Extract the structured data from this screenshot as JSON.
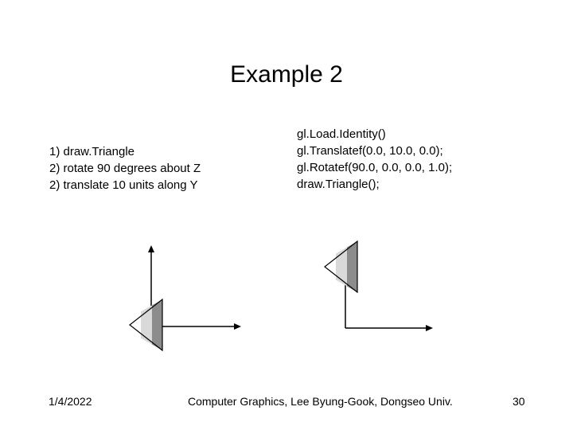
{
  "slide": {
    "title": "Example 2",
    "steps": [
      "1) draw.Triangle",
      "2) rotate 90 degrees about Z",
      "2) translate 10 units along Y"
    ],
    "code": [
      "gl.Load.Identity()",
      "gl.Translatef(0.0, 10.0, 0.0);",
      "gl.Rotatef(90.0, 0.0, 0.0, 1.0);",
      "draw.Triangle();"
    ]
  },
  "footer": {
    "date": "1/4/2022",
    "credit": "Computer Graphics, Lee Byung-Gook, Dongseo Univ.",
    "page": "30"
  },
  "colors": {
    "stripe_dark": "#8c8c8c",
    "stripe_light": "#d9d9d9",
    "line": "#000000"
  }
}
